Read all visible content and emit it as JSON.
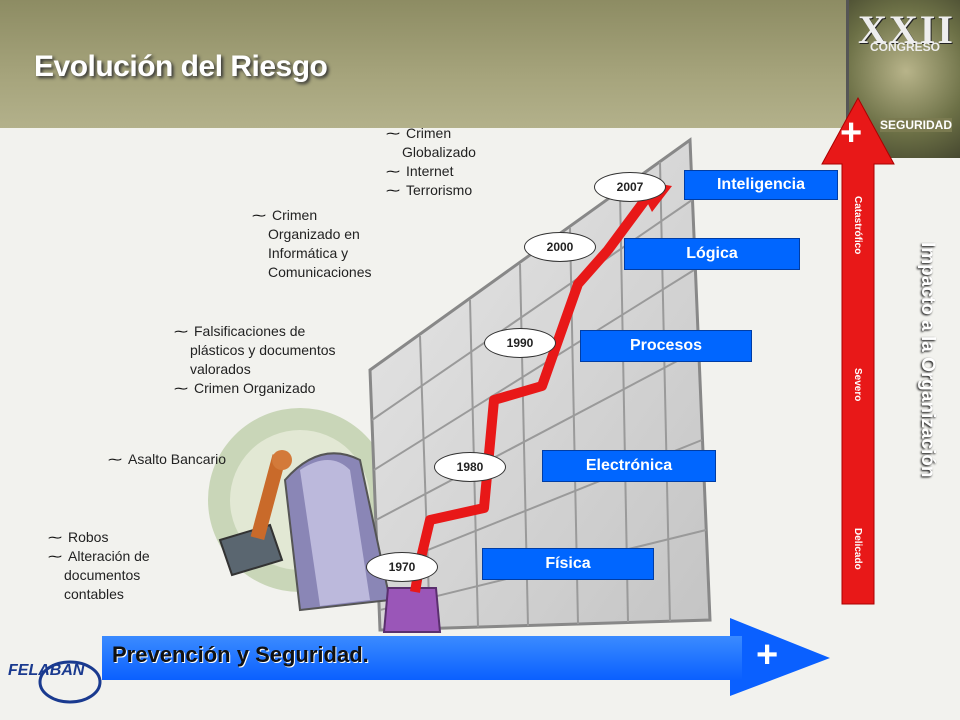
{
  "slide_title": "Evolución del Riesgo",
  "logo": {
    "xxii": "XXII",
    "congreso": "CONGRESO",
    "seguridad": "SEGURIDAD"
  },
  "bullets": {
    "g1970": [
      "Robos",
      "Alteración de",
      "documentos",
      "contables"
    ],
    "g1980": [
      "Asalto Bancario"
    ],
    "g1990": [
      "Falsificaciones de",
      "plásticos y documentos",
      "valorados",
      "Crimen Organizado"
    ],
    "g2000": [
      "Crimen",
      "Organizado en",
      "Informática y",
      "Comunicaciones"
    ],
    "g2007": [
      "Crimen",
      "Globalizado",
      "Internet",
      "Terrorismo"
    ]
  },
  "years": [
    "1970",
    "1980",
    "1990",
    "2000",
    "2007"
  ],
  "categories": [
    "Física",
    "Electrónica",
    "Procesos",
    "Lógica",
    "Inteligencia"
  ],
  "horizontal_axis_label": "Prevención y Seguridad.",
  "vertical_axis_label": "Impacto a la Organización",
  "severity": [
    "Catastrófico",
    "Severo",
    "Delicado"
  ],
  "plus": "+",
  "brand": "FELABAN",
  "colors": {
    "arrow_red": "#e81818",
    "label_blue": "#0066ff",
    "header": "#9c9a72"
  }
}
